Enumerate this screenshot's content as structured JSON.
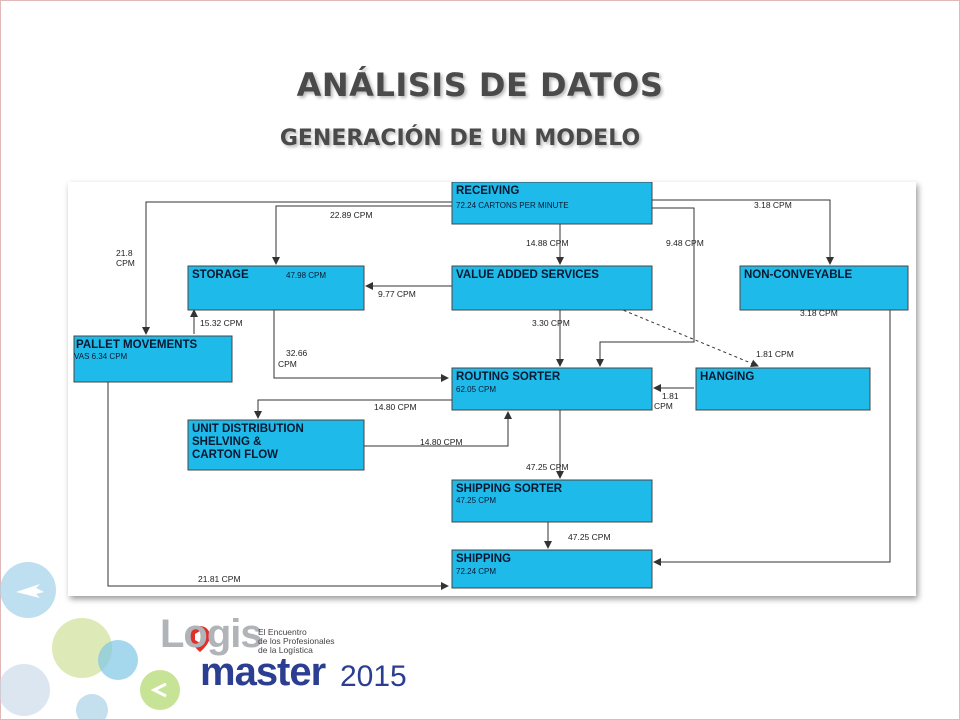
{
  "slide": {
    "title": "ANÁLISIS DE DATOS",
    "subtitle": "GENERACIÓN DE UN MODELO"
  },
  "diagram": {
    "nodes": {
      "receiving": {
        "title": "RECEIVING",
        "sub": "72.24 CARTONS PER MINUTE"
      },
      "storage": {
        "title": "STORAGE",
        "sub": "47.98 CPM"
      },
      "value_added": {
        "title": "VALUE ADDED SERVICES",
        "sub": ""
      },
      "non_conveyable": {
        "title": "NON-CONVEYABLE",
        "sub": ""
      },
      "pallet_movements": {
        "title": "PALLET MOVEMENTS",
        "sub": "VAS 6.34 CPM"
      },
      "routing_sorter": {
        "title": "ROUTING SORTER",
        "sub": "62.05 CPM"
      },
      "hanging": {
        "title": "HANGING",
        "sub": ""
      },
      "unit_distribution": {
        "title_lines": [
          "UNIT DISTRIBUTION",
          "SHELVING &",
          "CARTON FLOW"
        ]
      },
      "shipping_sorter": {
        "title": "SHIPPING SORTER",
        "sub": "47.25 CPM"
      },
      "shipping": {
        "title": "SHIPPING",
        "sub": "72.24 CPM"
      }
    },
    "edges": {
      "recv_storage": "22.89 CPM",
      "recv_pallet_value": "21.8",
      "recv_pallet_unit": "CPM",
      "recv_vas": "14.88 CPM",
      "recv_routing": "9.48 CPM",
      "recv_nonconv": "3.18 CPM",
      "vas_storage": "9.77 CPM",
      "pallet_storage": "15.32 CPM",
      "storage_routing_value": "32.66",
      "storage_routing_unit": "CPM",
      "vas_routing": "3.30 CPM",
      "nonconv_shipping": "3.18 CPM",
      "vas_hanging": "1.81 CPM",
      "hanging_routing_value": "1.81",
      "hanging_routing_unit": "CPM",
      "routing_unit": "14.80 CPM",
      "unit_routing": "14.80 CPM",
      "routing_shipsorter": "47.25 CPM",
      "shipsorter_shipping": "47.25 CPM",
      "pallet_shipping": "21.81 CPM"
    }
  },
  "logo": {
    "logis": "Logis",
    "master": "master",
    "year": "2015",
    "tagline_lines": [
      "El Encuentro",
      "de los Profesionales",
      "de la Logística"
    ]
  },
  "colors": {
    "node_fill": "#1ebbea",
    "title_text": "#4a4a4a",
    "logo_blue": "#2c3e91",
    "logo_gray": "#b0b4b8"
  }
}
